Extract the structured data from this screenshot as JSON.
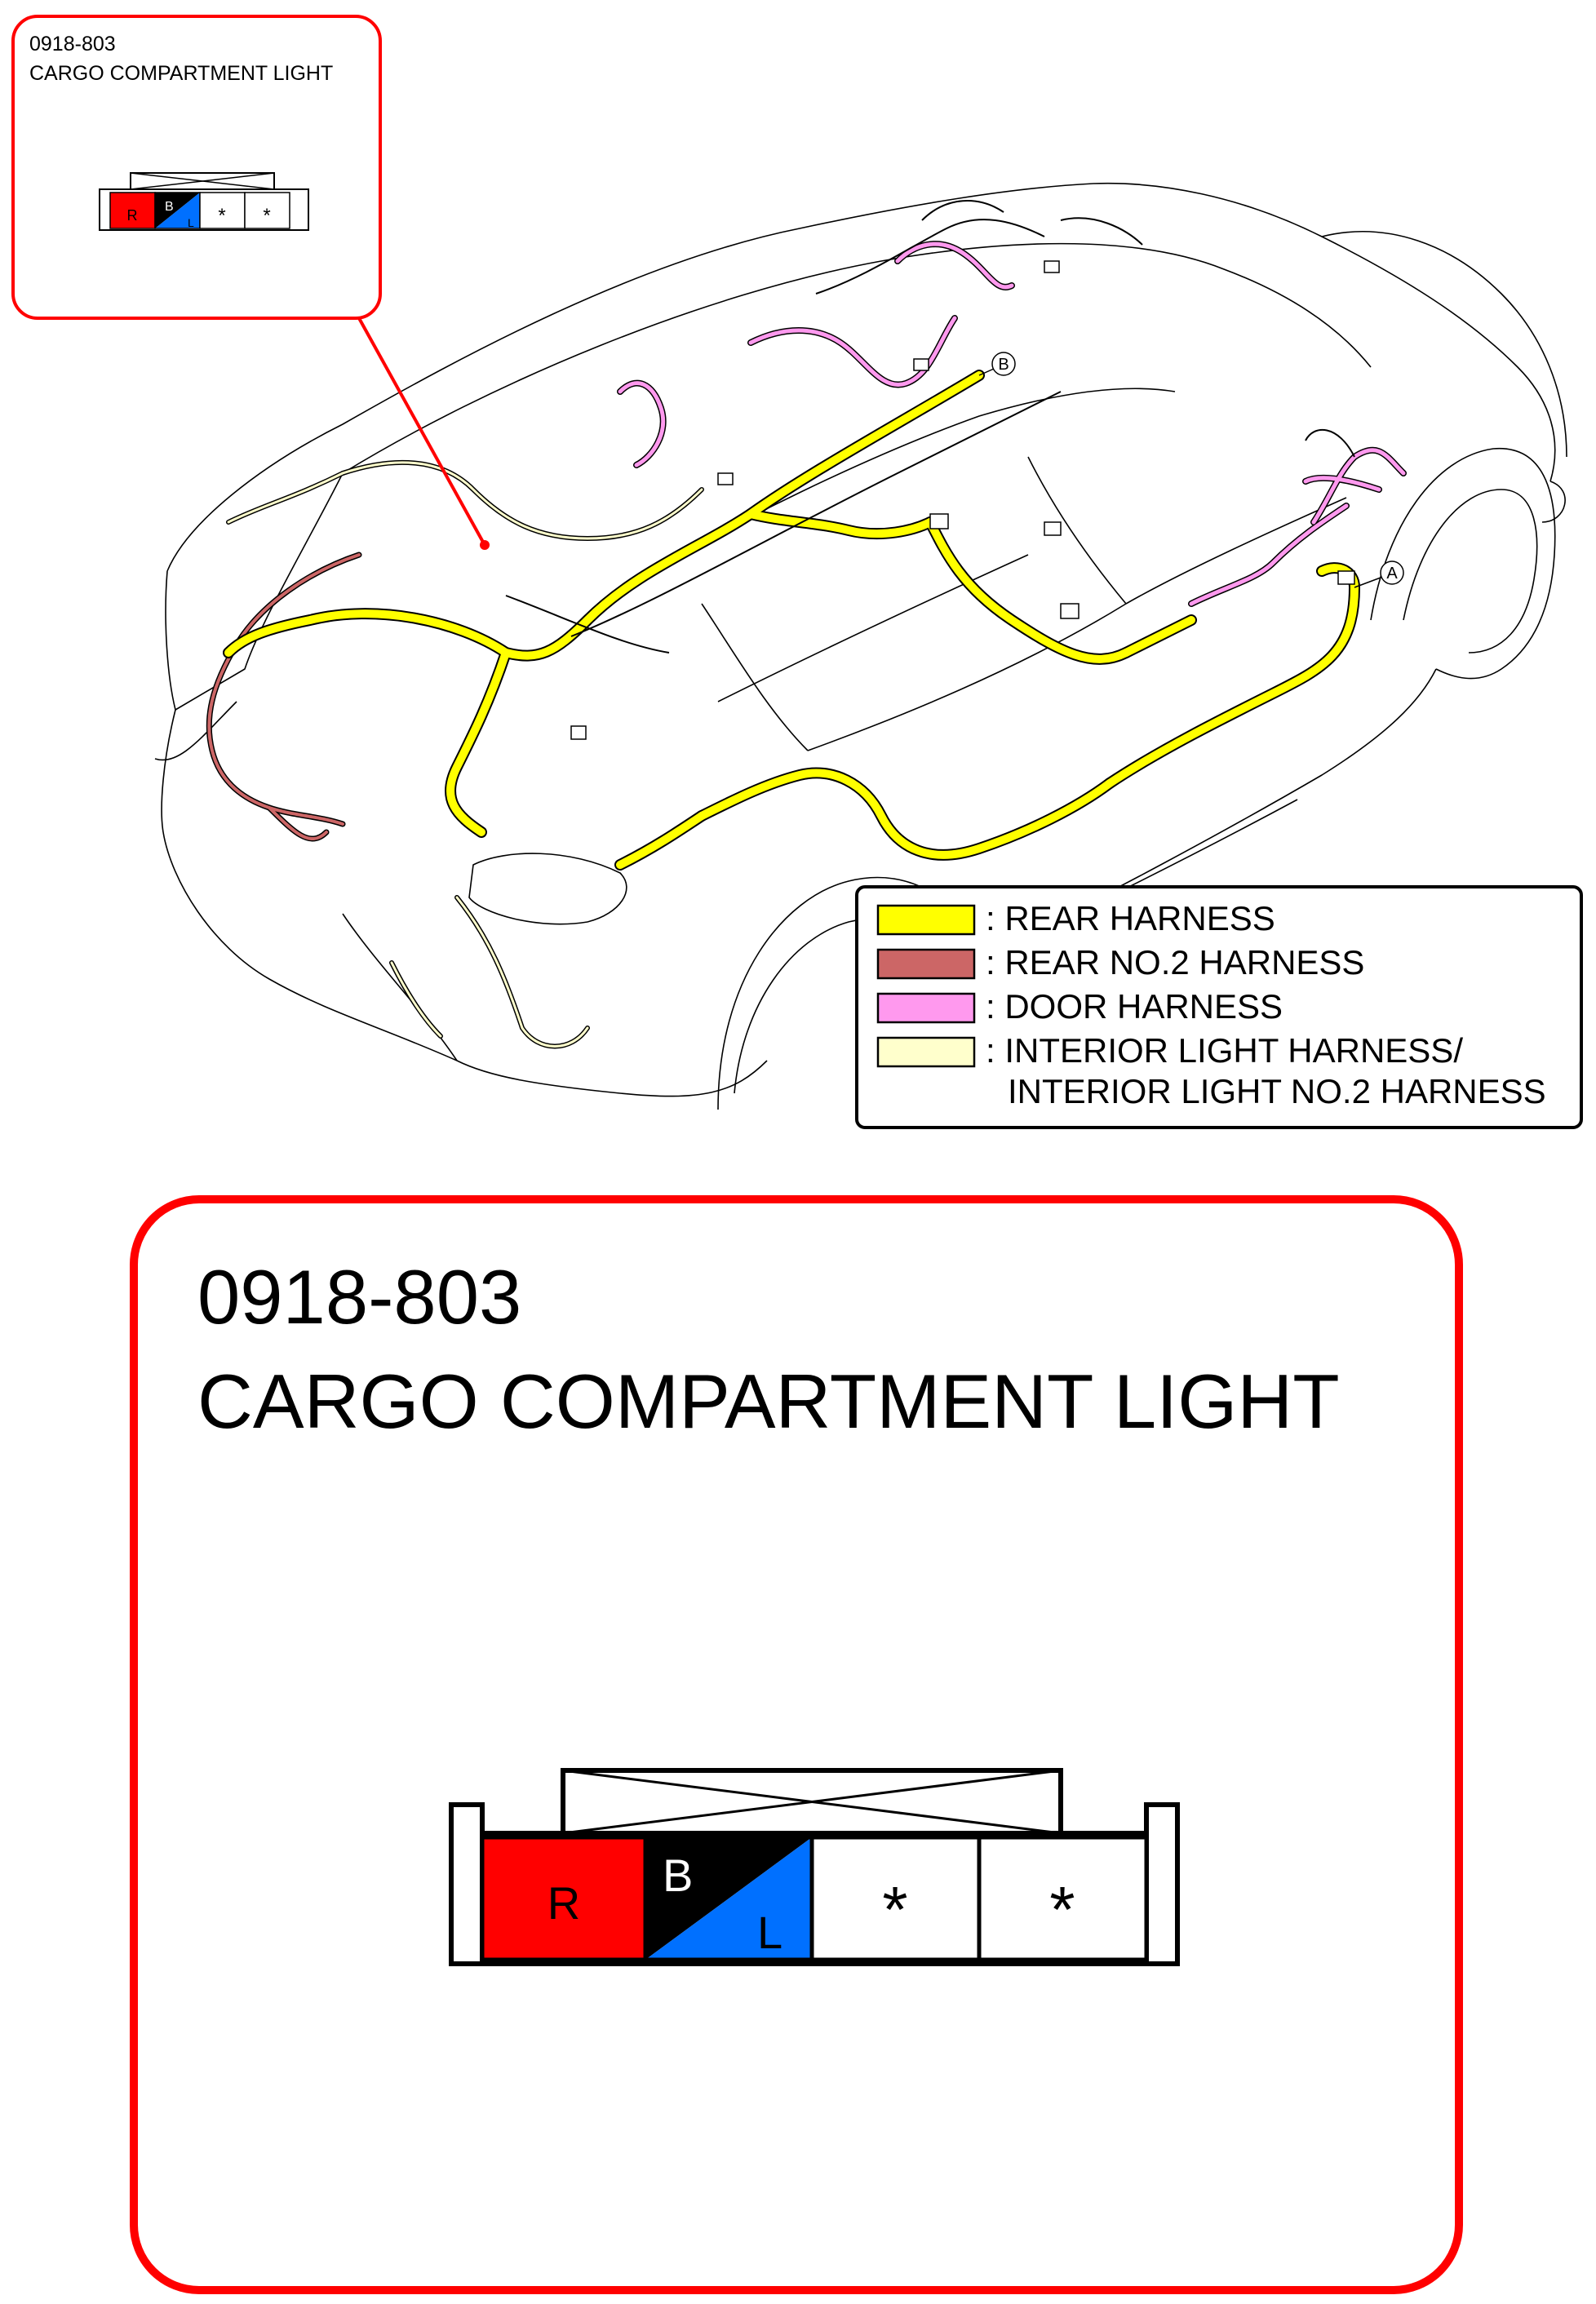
{
  "inset": {
    "code": "0918-803",
    "title": "CARGO COMPARTMENT LIGHT"
  },
  "main_panel": {
    "code": "0918-803",
    "title": "CARGO COMPARTMENT LIGHT"
  },
  "connector": {
    "pins": [
      {
        "label": "R",
        "color": "#ff0000",
        "text_color": "#000000"
      },
      {
        "label_top": "B",
        "label_bottom": "L",
        "color_top": "#000000",
        "color_bottom": "#0070ff"
      },
      {
        "label": "*",
        "color": "#ffffff"
      },
      {
        "label": "*",
        "color": "#ffffff"
      }
    ]
  },
  "markers": {
    "a": "A",
    "b": "B"
  },
  "legend": {
    "items": [
      {
        "swatch": "#ffff00",
        "label": ": REAR HARNESS"
      },
      {
        "swatch": "#cc6666",
        "label": ": REAR NO.2 HARNESS"
      },
      {
        "swatch": "#ff99ee",
        "label": ": DOOR HARNESS"
      },
      {
        "swatch": "#ffffcc",
        "label": ": INTERIOR LIGHT HARNESS/"
      },
      {
        "swatch": "",
        "label": "INTERIOR LIGHT NO.2 HARNESS"
      }
    ]
  },
  "colors": {
    "callout_red": "#ff0000",
    "rear_harness": "#ffff00",
    "rear_no2_harness": "#cc6666",
    "door_harness": "#ff99ee",
    "interior_light_harness": "#ffffcc"
  }
}
